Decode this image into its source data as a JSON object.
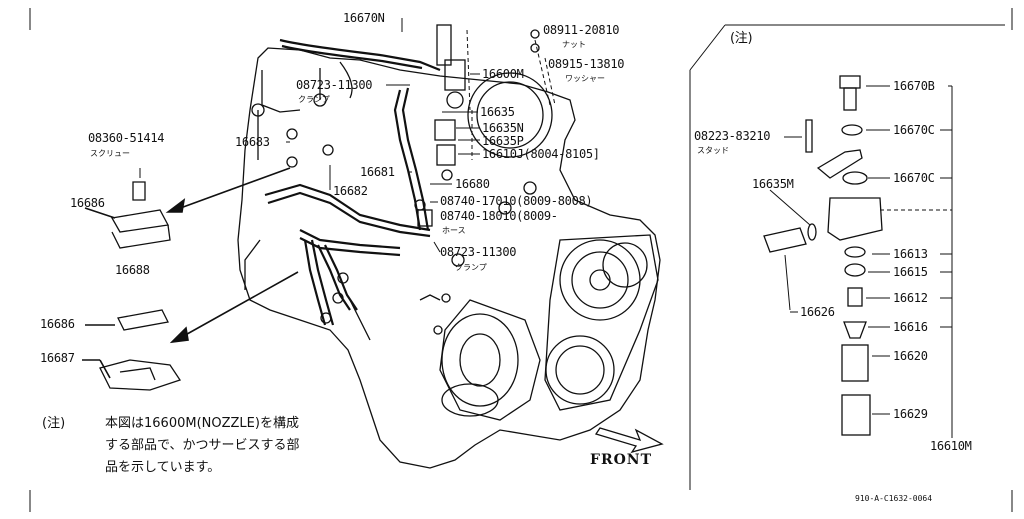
{
  "main_labels": {
    "p16670N": "16670N",
    "p08911": "08911-20810",
    "nut": "ナット",
    "p08915": "08915-13810",
    "washer": "ワッシャー",
    "p08723a": "08723-11300",
    "clamp_a": "クランプ",
    "p16600M": "16600M",
    "p08360": "08360-51414",
    "screw": "スクリュー",
    "p16683": "16683",
    "p16635": "16635",
    "p16635N": "16635N",
    "p16635P": "16635P",
    "p16610J": "16610J(8004-8105]",
    "p16681": "16681",
    "p16682": "16682",
    "p16680": "16680",
    "p16686a": "16686",
    "p08740a": "08740-17010(8009-8008)",
    "p08740b": "08740-18010(8009-",
    "hose": "ホース",
    "p16688": "16688",
    "p08723b": "08723-11300",
    "clamp_b": "クランプ",
    "p16686b": "16686",
    "p16687": "16687"
  },
  "note": {
    "prefix": "(注)",
    "line1": "本図は16600M(NOZZLE)を構成",
    "line2": "する部品で、かつサービスする部",
    "line3": "品を示しています。"
  },
  "front_label": "FRONT",
  "inset": {
    "title": "(注)",
    "p16670B": "16670B",
    "p16670C_a": "16670C",
    "p08223": "08223-83210",
    "stud": "スタッド",
    "p16635M": "16635M",
    "p16670C_b": "16670C",
    "p16613": "16613",
    "p16615": "16615",
    "p16612": "16612",
    "p16626": "16626",
    "p16616": "16616",
    "p16620": "16620",
    "p16629": "16629",
    "p16610M": "16610M"
  },
  "figure_code": "910-A-C1632-0064"
}
